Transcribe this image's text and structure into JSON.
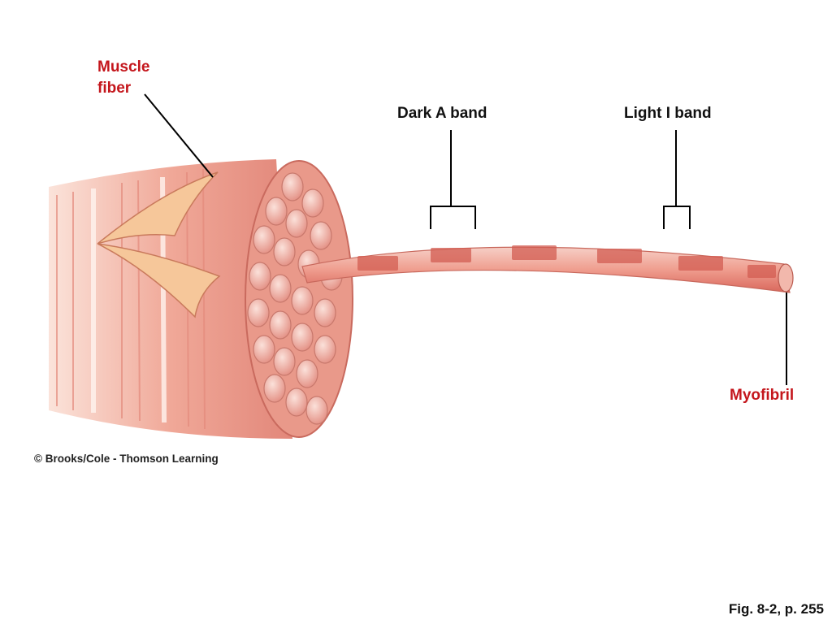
{
  "labels": {
    "muscle_fiber": "Muscle fiber",
    "dark_a_band": "Dark A band",
    "light_i_band": "Light I band",
    "myofibril": "Myofibril"
  },
  "copyright": "© Brooks/Cole - Thomson Learning",
  "figure_ref": "Fig. 8-2, p. 255",
  "colors": {
    "label_red": "#c4161c",
    "muscle_light": "#f4c7bb",
    "muscle_mid": "#e88e7e",
    "muscle_dark": "#d8655a",
    "sheath": "#f6c79a"
  }
}
